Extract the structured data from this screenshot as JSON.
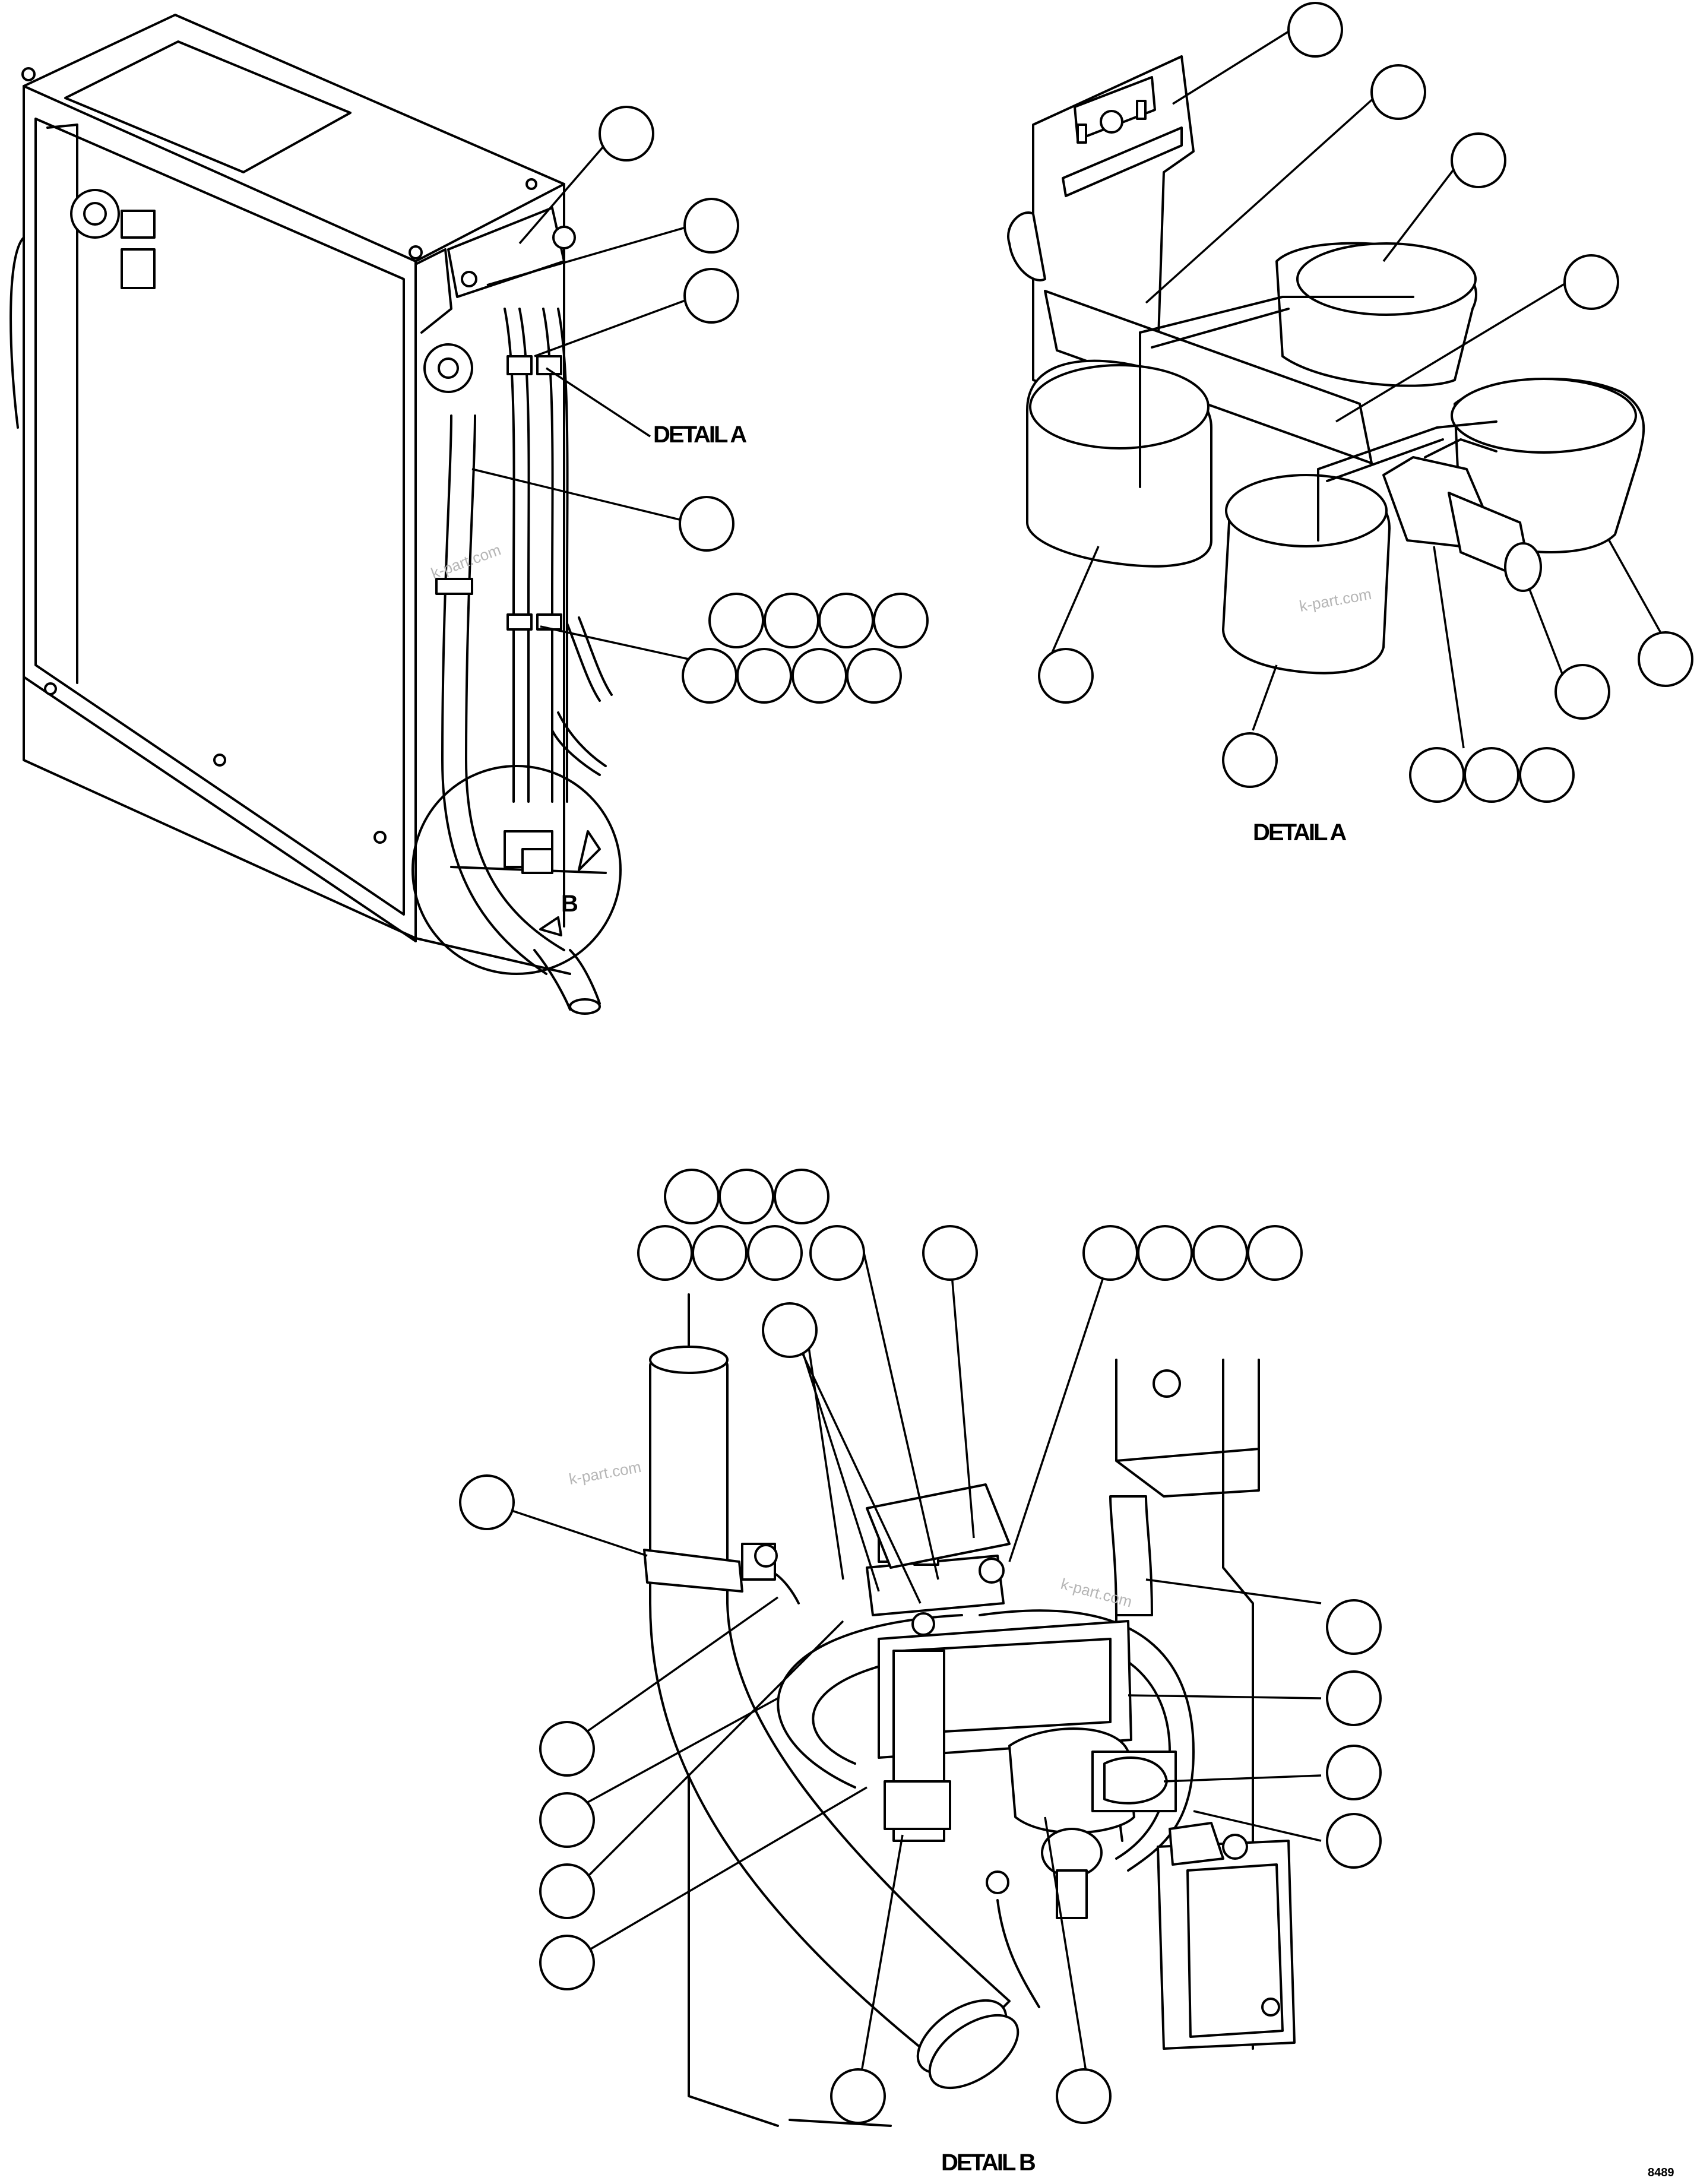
{
  "labels": {
    "detail_a_main": "DETAIL A",
    "detail_a_view": "DETAIL A",
    "detail_b_marker": "B",
    "detail_b_view": "DETAIL B",
    "figure_number": "8489"
  },
  "watermark": "k-part.com",
  "colors": {
    "line": "#000000",
    "background": "#ffffff",
    "watermark": "#b5b5b5"
  }
}
